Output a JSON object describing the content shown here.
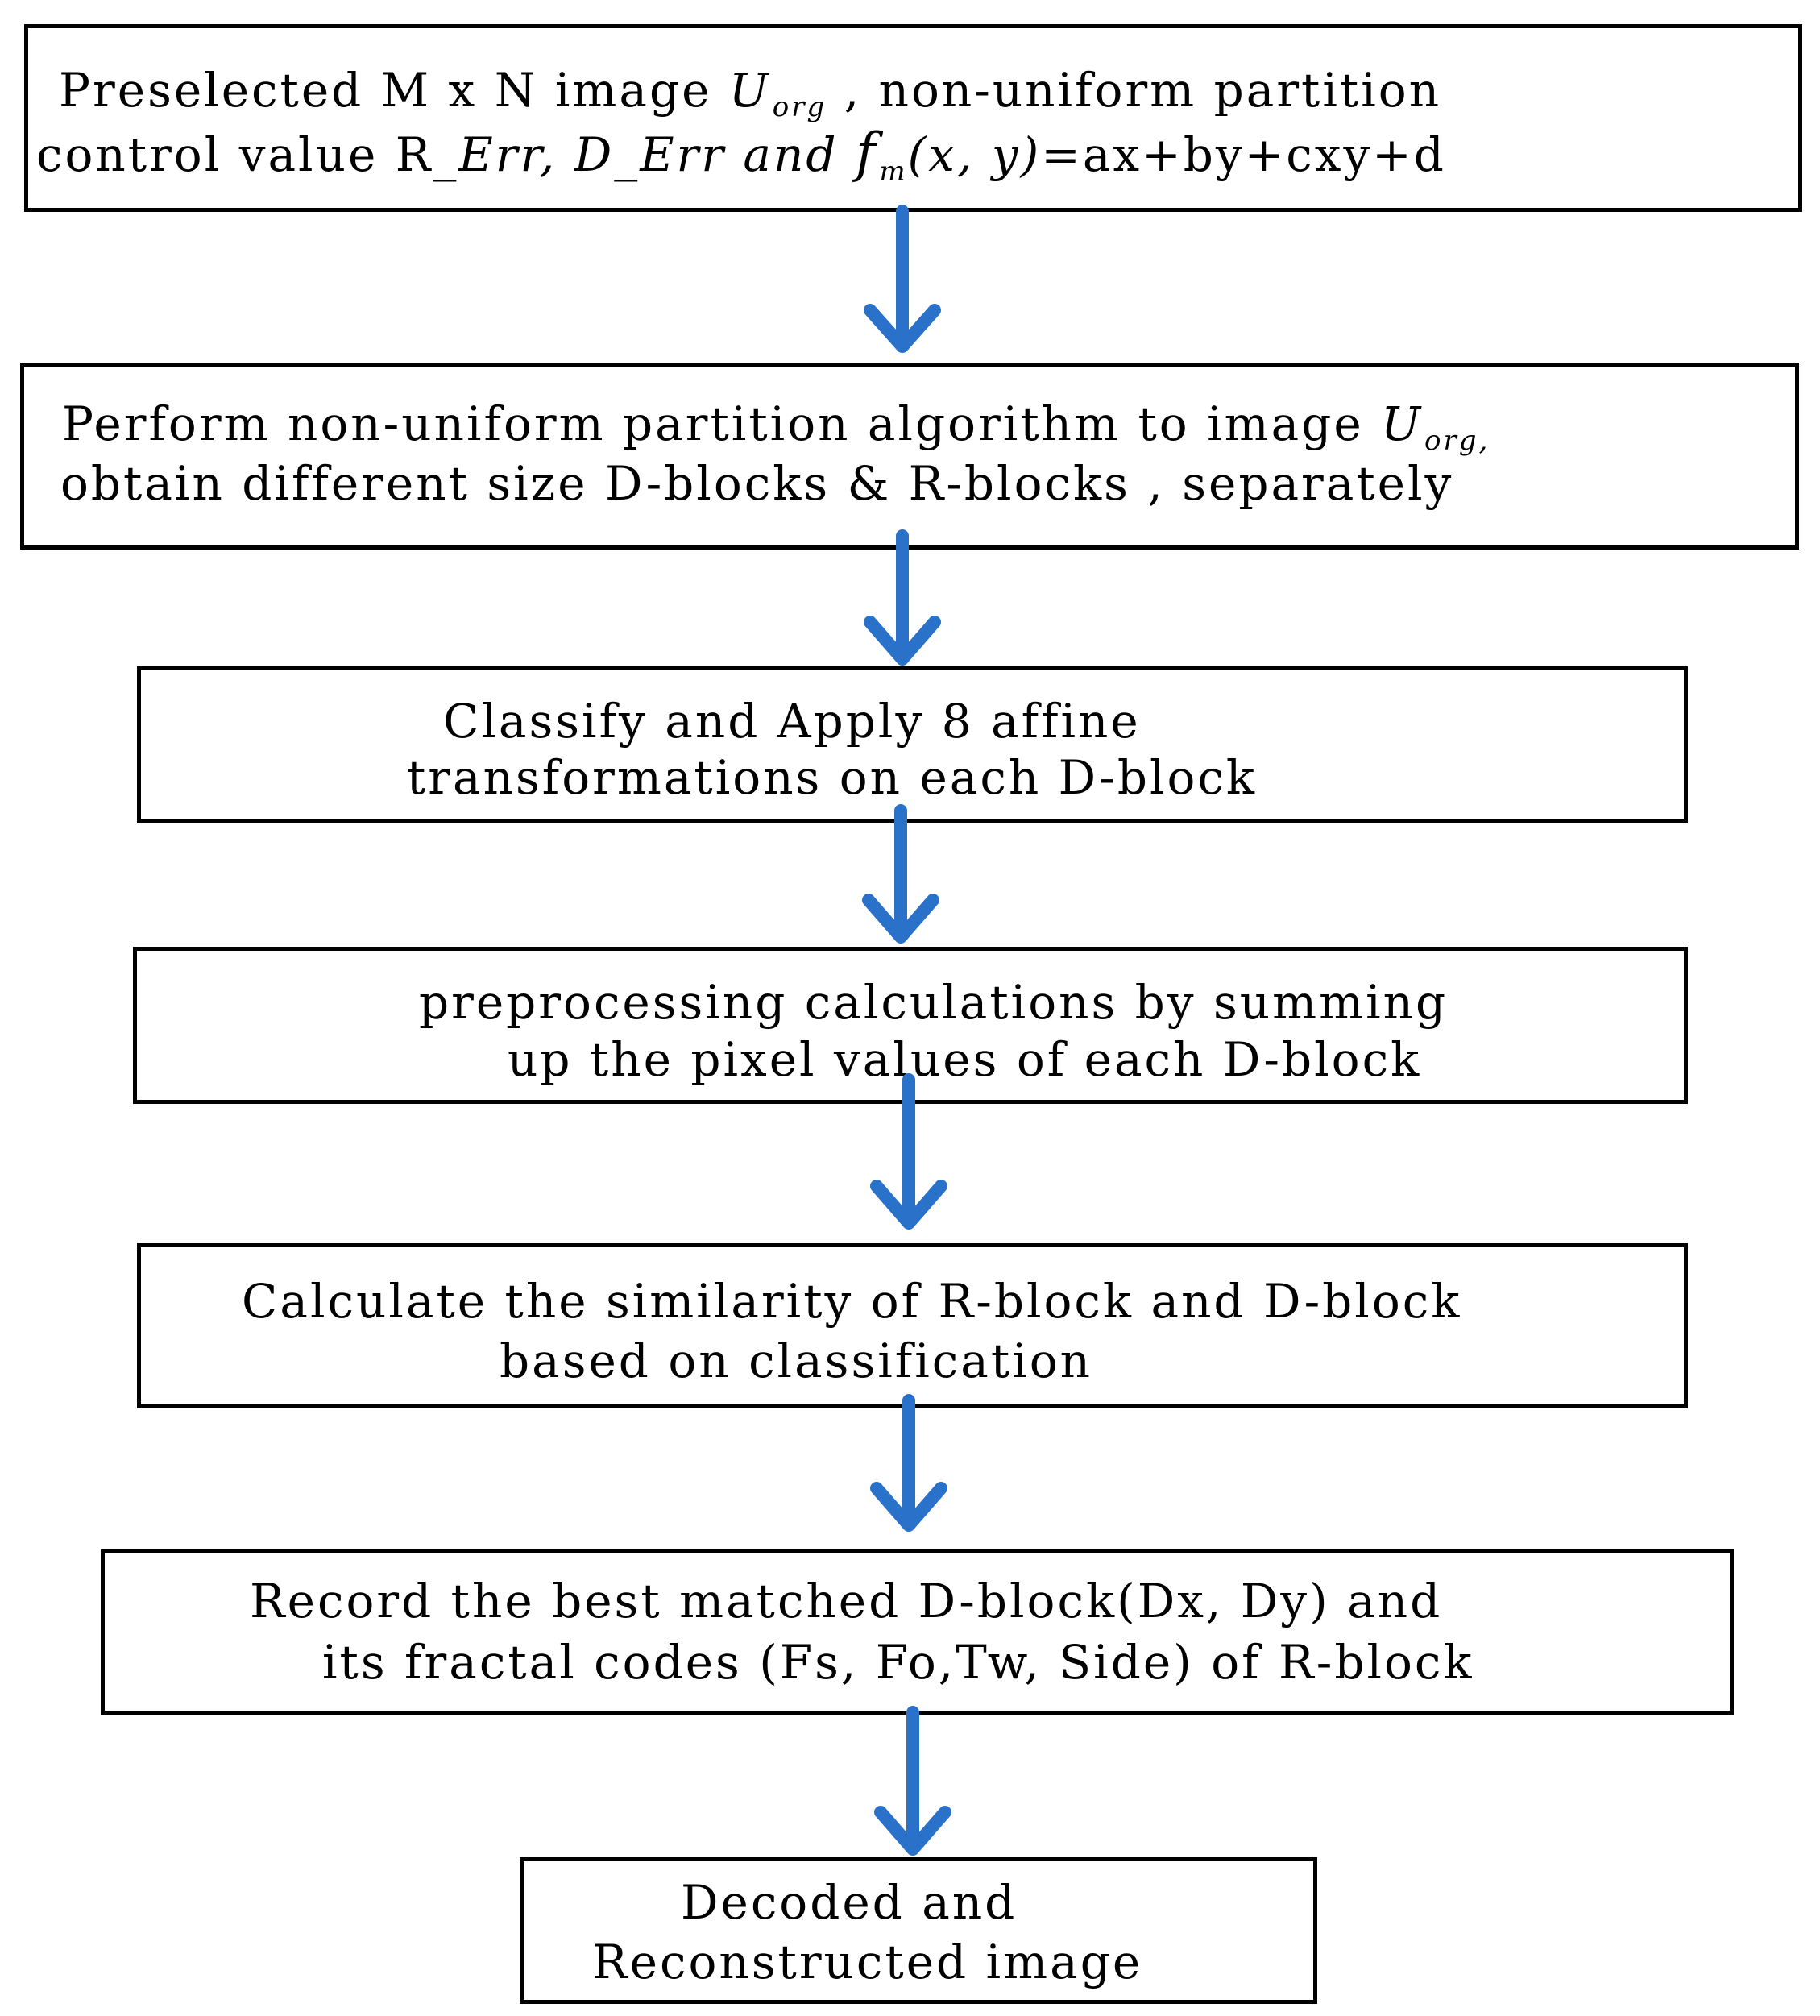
{
  "steps": {
    "s1": {
      "line1": {
        "a": "Preselected  M x N   image ",
        "u": "U",
        "sub": "org",
        "b": " , non-uniform partition"
      },
      "line2": {
        "a": "control value   ",
        "r": "R_",
        "r_it": "Err,",
        "sp": "  ",
        "d": "D_",
        "d_it": "Err and ",
        "f": "f",
        "m": "m",
        "xy": "(x, y)",
        "rest": "=ax+by+cxy+d"
      }
    },
    "s2": {
      "line1": {
        "a": "Perform non-uniform partition algorithm to  image ",
        "u": "U",
        "sub": "org,"
      },
      "line2": "obtain different size D-blocks & R-blocks , separately"
    },
    "s3": {
      "line1": "Classify and   Apply 8 affine",
      "line2": "transformations on each D-block"
    },
    "s4": {
      "line1": "preprocessing calculations by summing",
      "line2": "up the pixel values of each D-block"
    },
    "s5": {
      "line1": "Calculate the similarity of R-block and D-block",
      "line2": "based on classification"
    },
    "s6": {
      "line1": "Record the best matched D-block(Dx, Dy) and",
      "line2": "its  fractal codes (Fs, Fo,Tw, Side) of  R-block"
    },
    "s7": {
      "line1": "Decoded and",
      "line2": "Reconstructed image"
    }
  },
  "colors": {
    "arrow": "#2a72c9",
    "border": "#000000"
  }
}
